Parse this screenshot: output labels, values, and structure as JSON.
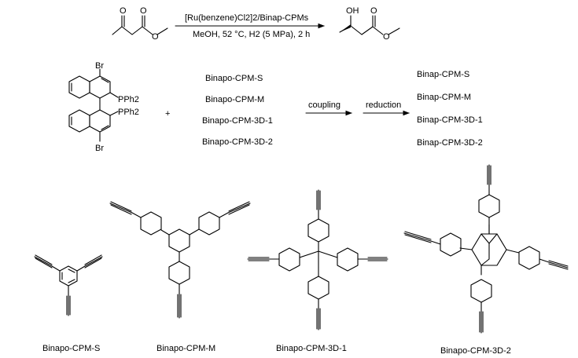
{
  "scheme": {
    "catalyst": "[Ru(benzene)Cl2]2/Binap-CPMs",
    "conditions": "MeOH, 52 °C, H2 (5 MPa), 2 h",
    "oxygen_label": "O",
    "hydroxyl_label": "OH"
  },
  "monomer": {
    "bromine_label": "Br",
    "phosphine_label": "PPh2",
    "plus_sign": "+"
  },
  "linkers": [
    "Binapo-CPM-S",
    "Binapo-CPM-M",
    "Binapo-CPM-3D-1",
    "Binapo-CPM-3D-2"
  ],
  "steps": {
    "coupling": "coupling",
    "reduction": "reduction"
  },
  "products": [
    "Binap-CPM-S",
    "Binap-CPM-M",
    "Binap-CPM-3D-1",
    "Binap-CPM-3D-2"
  ],
  "structures": [
    "Binapo-CPM-S",
    "Binapo-CPM-M",
    "Binapo-CPM-3D-1",
    "Binapo-CPM-3D-2"
  ]
}
